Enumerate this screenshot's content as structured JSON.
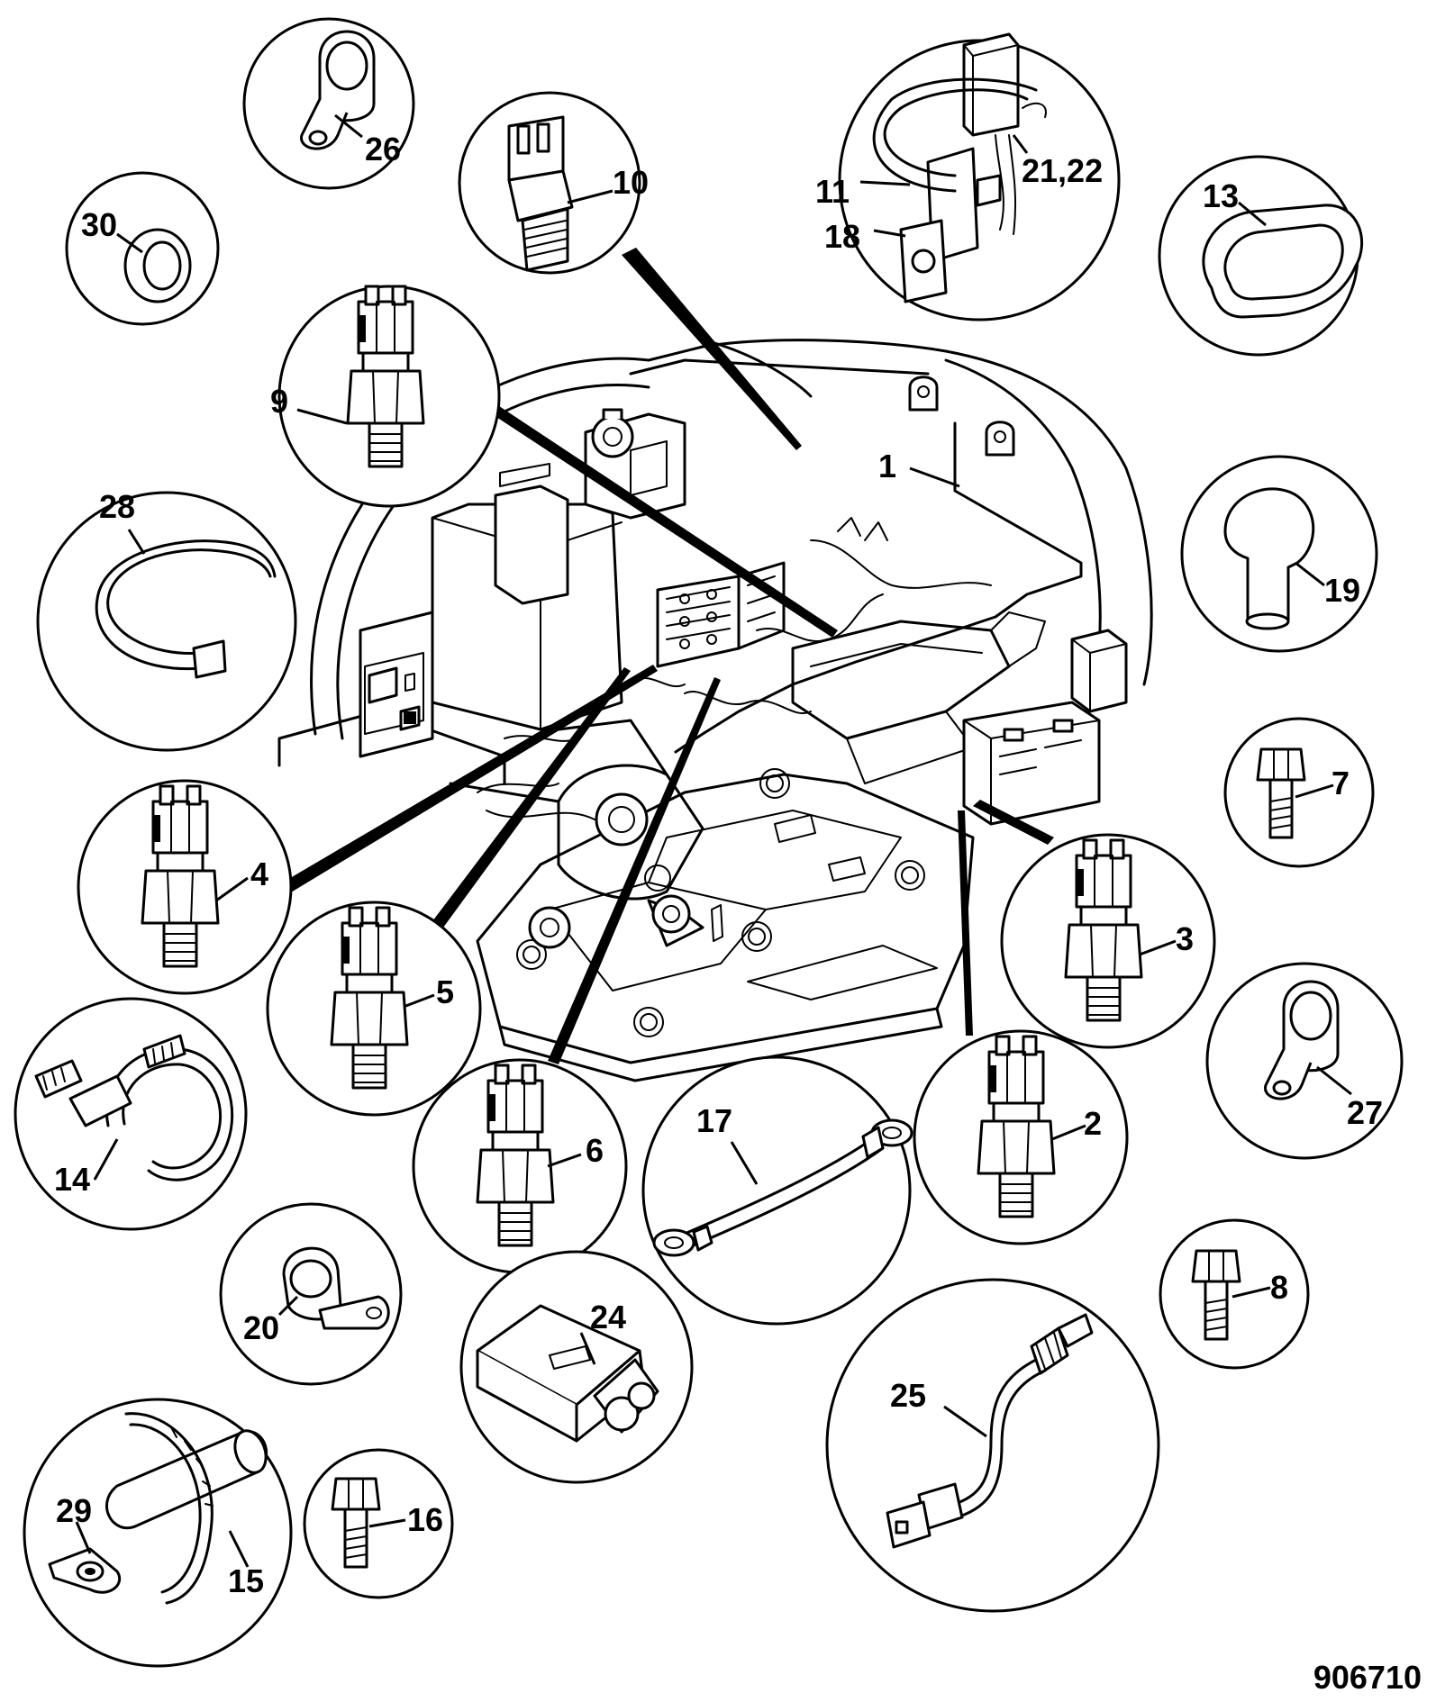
{
  "figure_number": "906710",
  "callouts": {
    "c1": "1",
    "c2": "2",
    "c3": "3",
    "c4": "4",
    "c5": "5",
    "c6": "6",
    "c7": "7",
    "c8": "8",
    "c9": "9",
    "c10": "10",
    "c11": "11",
    "c13": "13",
    "c14": "14",
    "c15": "15",
    "c16": "16",
    "c17": "17",
    "c18": "18",
    "c19": "19",
    "c20": "20",
    "c21_22": "21,22",
    "c24": "24",
    "c25": "25",
    "c26": "26",
    "c27": "27",
    "c28": "28",
    "c29": "29",
    "c30": "30"
  }
}
